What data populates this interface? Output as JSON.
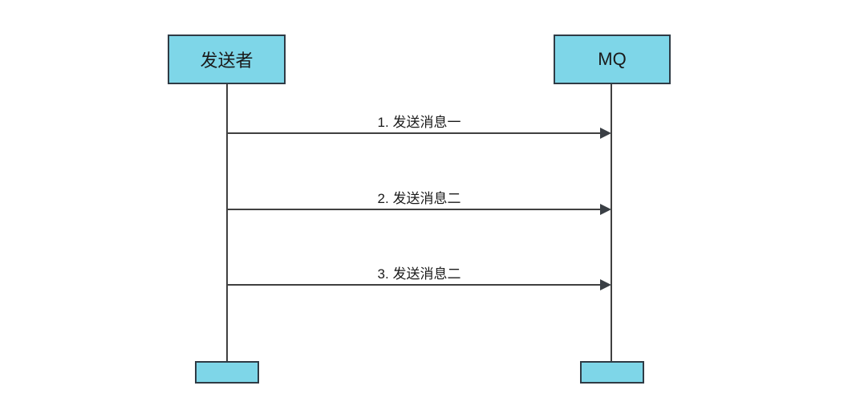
{
  "diagram": {
    "type": "sequence",
    "actors": [
      {
        "id": "sender",
        "label": "发送者"
      },
      {
        "id": "mq",
        "label": "MQ"
      }
    ],
    "messages": [
      {
        "from": "sender",
        "to": "mq",
        "label": "1. 发送消息一"
      },
      {
        "from": "sender",
        "to": "mq",
        "label": "2. 发送消息二"
      },
      {
        "from": "sender",
        "to": "mq",
        "label": "3. 发送消息二"
      }
    ],
    "colors": {
      "box_fill": "#7ED6E8",
      "box_border": "#2F3B45",
      "line": "#404040",
      "text": "#1a1a1a",
      "background": "#ffffff"
    }
  }
}
